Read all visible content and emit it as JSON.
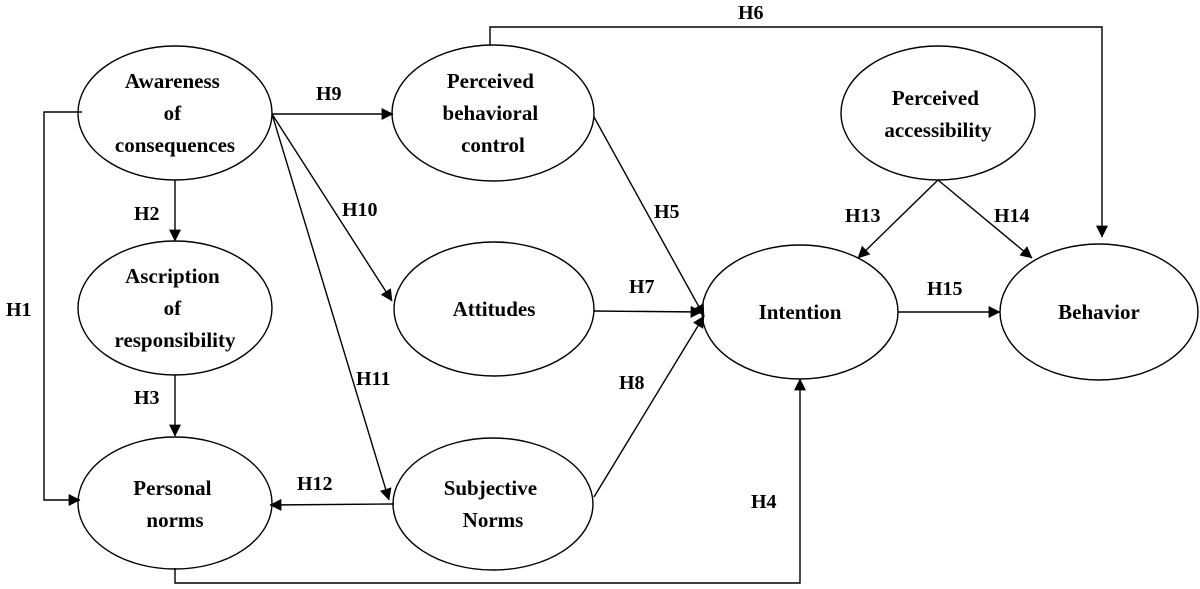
{
  "nodes": {
    "awareness": [
      "Awareness",
      "of",
      "consequences"
    ],
    "ascription": [
      "Ascription",
      "of",
      "responsibility"
    ],
    "personal_norms": [
      "Personal",
      "norms"
    ],
    "pbc": [
      "Perceived",
      "behavioral",
      "control"
    ],
    "attitudes": [
      "Attitudes"
    ],
    "subjective_norms": [
      "Subjective",
      "Norms"
    ],
    "intention": [
      "Intention"
    ],
    "accessibility": [
      "Perceived",
      "accessibility"
    ],
    "behavior": [
      "Behavior"
    ]
  },
  "hypotheses": {
    "h1": "H1",
    "h2": "H2",
    "h3": "H3",
    "h4": "H4",
    "h5": "H5",
    "h6": "H6",
    "h7": "H7",
    "h8": "H8",
    "h9": "H9",
    "h10": "H10",
    "h11": "H11",
    "h12": "H12",
    "h13": "H13",
    "h14": "H14",
    "h15": "H15"
  }
}
